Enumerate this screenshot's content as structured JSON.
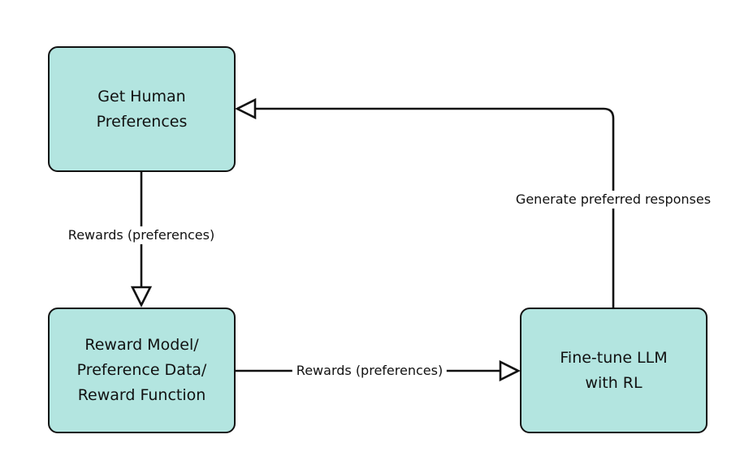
{
  "diagram": {
    "fill_color": "#b3e5e0",
    "stroke_color": "#111111",
    "nodes": {
      "get_human_preferences": {
        "label": "Get Human\nPreferences"
      },
      "reward_model": {
        "label": "Reward Model/\nPreference Data/\nReward Function"
      },
      "fine_tune_llm": {
        "label": "Fine-tune LLM\nwith RL"
      }
    },
    "edges": {
      "preferences_to_reward_model": {
        "label": "Rewards (preferences)"
      },
      "reward_model_to_fine_tune": {
        "label": "Rewards (preferences)"
      },
      "fine_tune_to_preferences": {
        "label": "Generate preferred responses"
      }
    }
  }
}
